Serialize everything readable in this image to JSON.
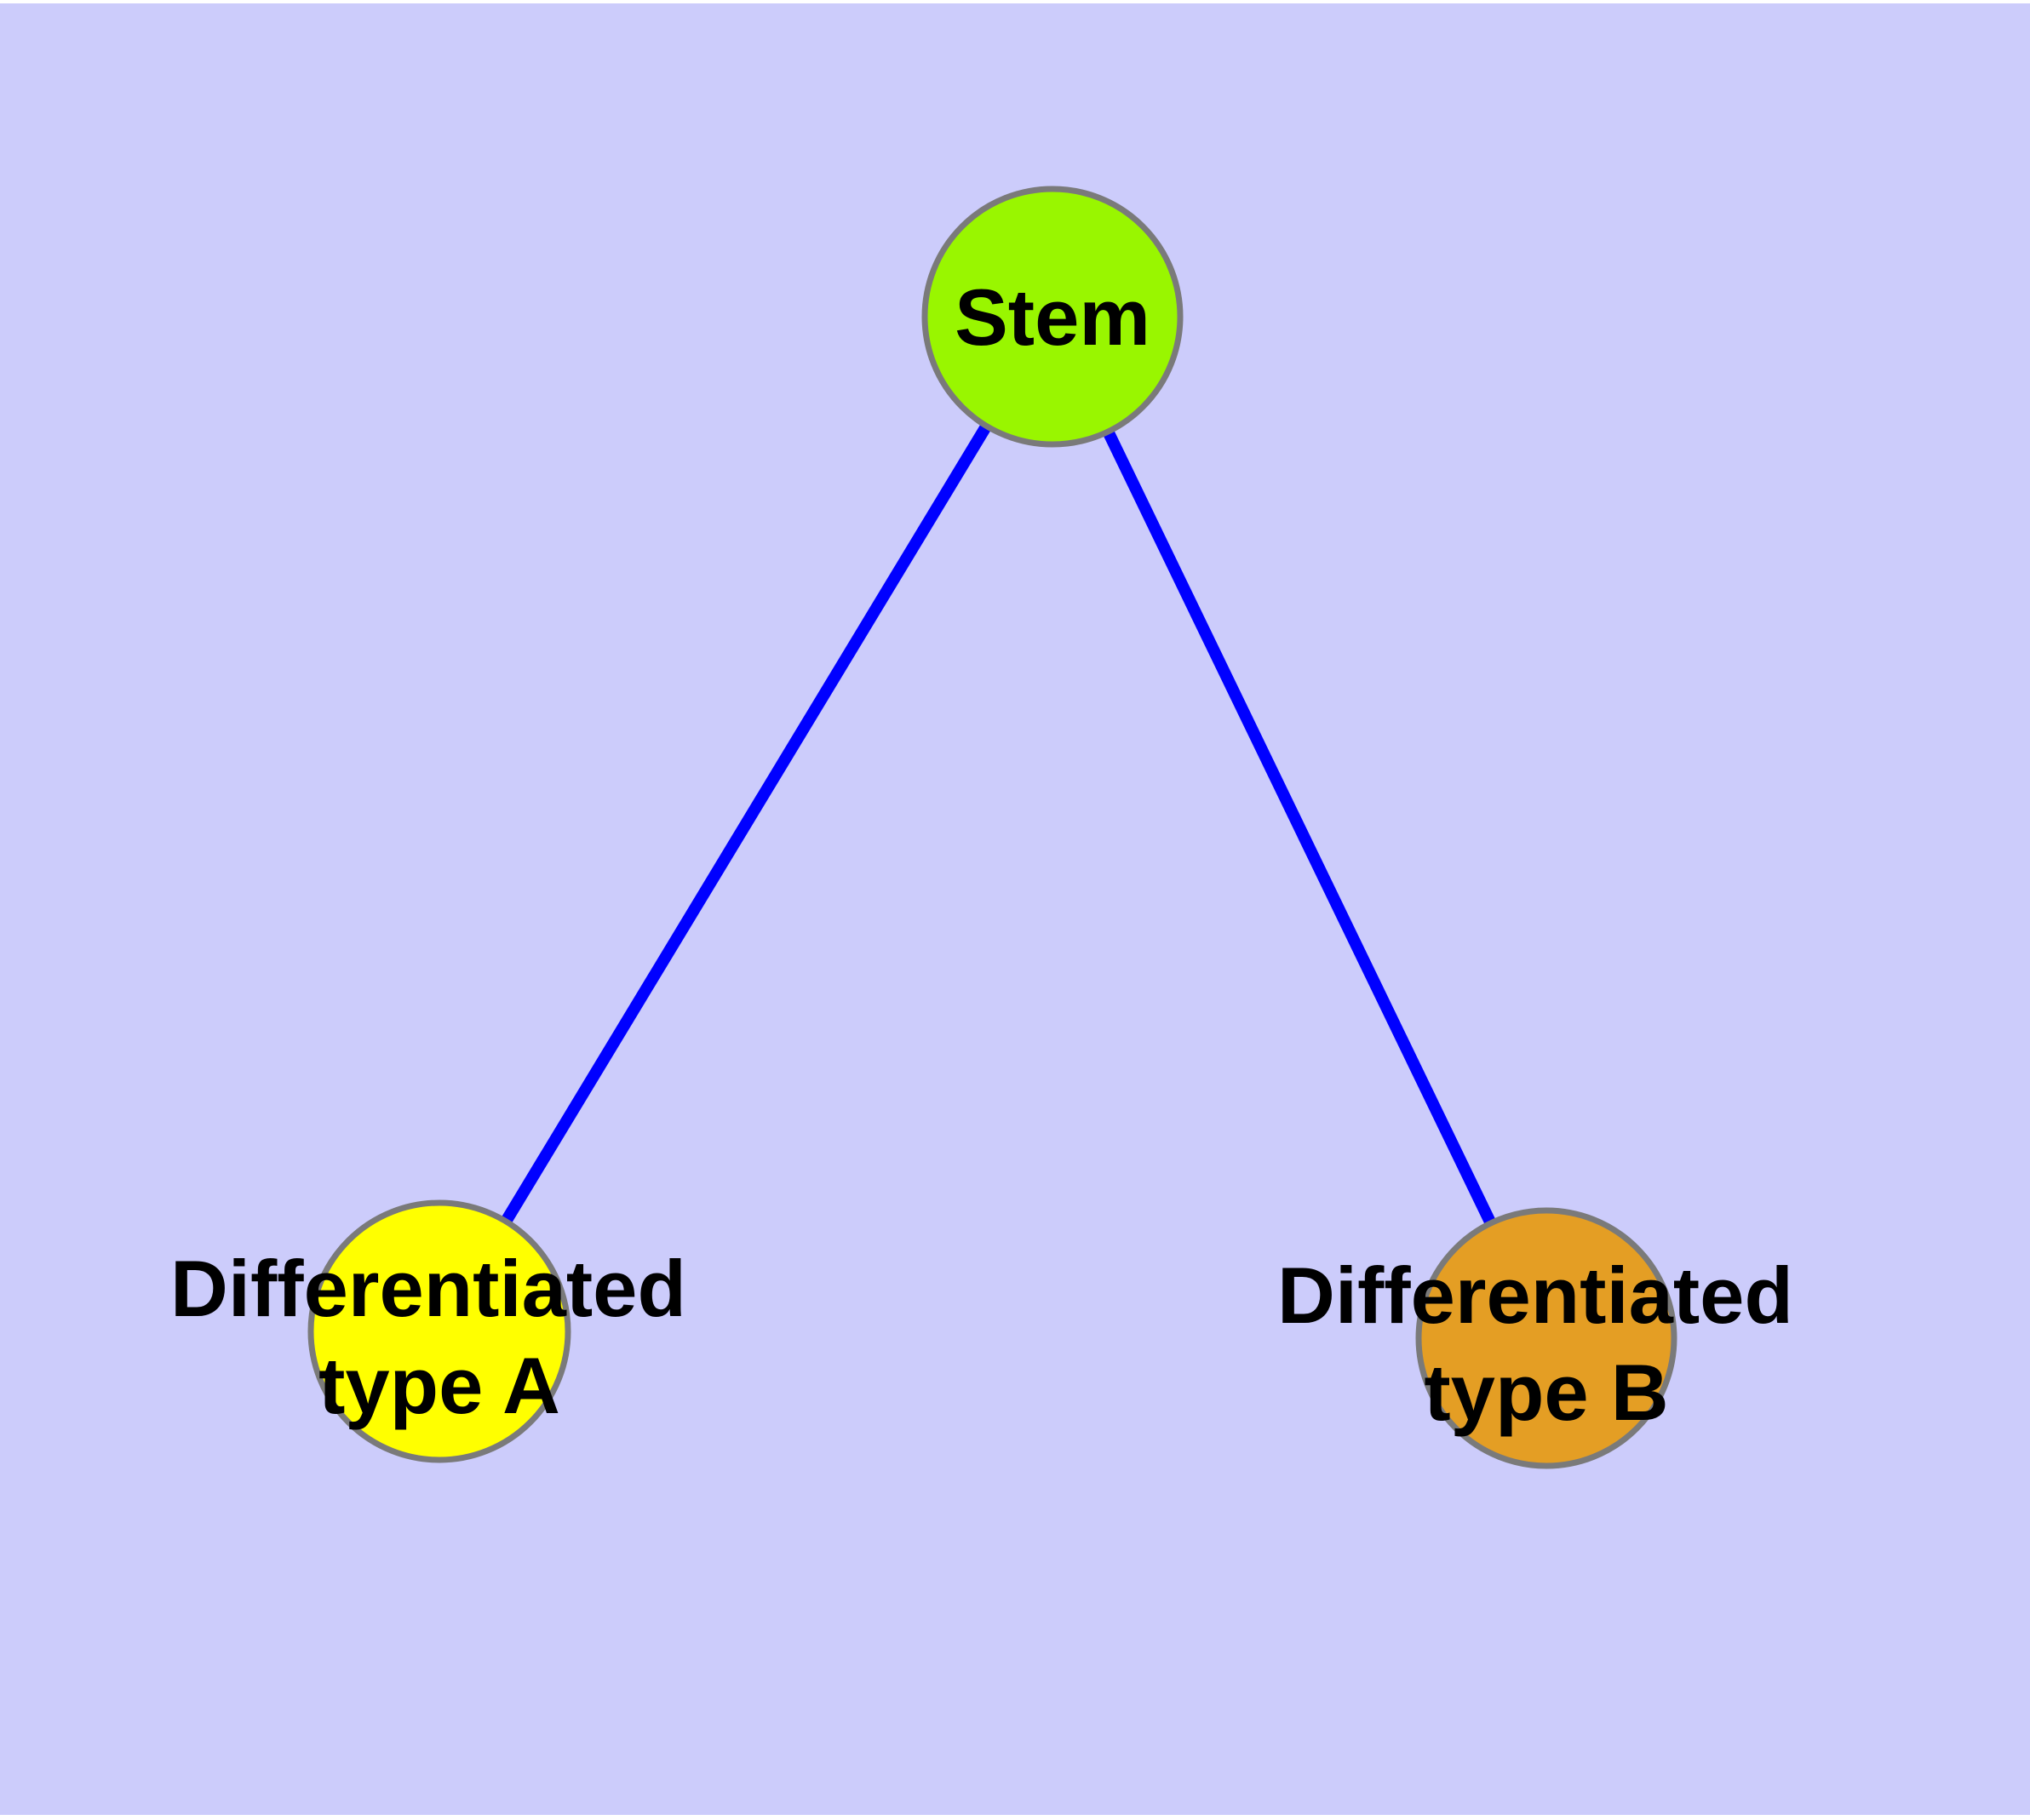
{
  "diagram": {
    "type": "graph",
    "description": "Stem cell differentiation diagram: one stem node connected to two differentiated cell-type nodes"
  },
  "colors": {
    "background": "#CCCCFB",
    "page_margin": "#FFFFFF",
    "edge": "#0000FF",
    "node_border": "#7A7A7A",
    "label_text": "#000000"
  },
  "nodes": {
    "stem": {
      "label": "Stem",
      "fill": "#99F600"
    },
    "type_a": {
      "label_line1": "Differentiated",
      "label_line2": "type A",
      "fill": "#FFFF00"
    },
    "type_b": {
      "label_line1": "Differentiated",
      "label_line2": "type B",
      "fill": "#E49E24"
    }
  },
  "edges": [
    {
      "from": "Stem",
      "to": "Differentiated type A"
    },
    {
      "from": "Stem",
      "to": "Differentiated type B"
    }
  ]
}
